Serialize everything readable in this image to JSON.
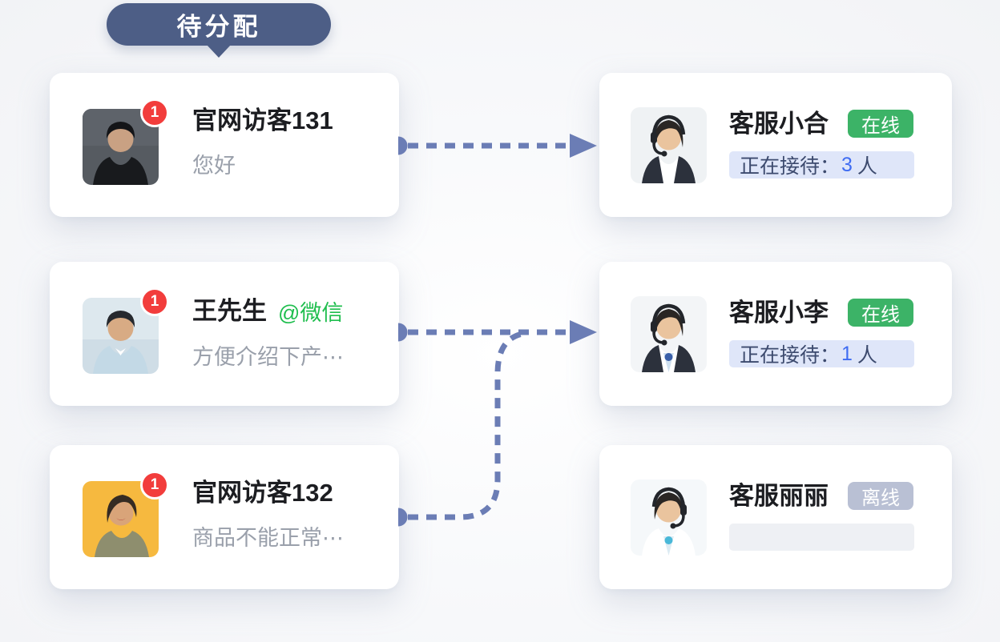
{
  "queue_badge": {
    "label": "待分配"
  },
  "visitors": [
    {
      "name": "官网访客131",
      "channel": "",
      "message": "您好",
      "unread": "1"
    },
    {
      "name": "王先生",
      "channel": "@微信",
      "message": "方便介绍下产⋯",
      "unread": "1"
    },
    {
      "name": "官网访客132",
      "channel": "",
      "message": "商品不能正常⋯",
      "unread": "1"
    }
  ],
  "agents": [
    {
      "name": "客服小合",
      "status": "在线",
      "serving_label": "正在接待：",
      "serving_count": "3",
      "serving_unit": "人"
    },
    {
      "name": "客服小李",
      "status": "在线",
      "serving_label": "正在接待：",
      "serving_count": "1",
      "serving_unit": "人"
    },
    {
      "name": "客服丽丽",
      "status": "离线",
      "serving_label": "",
      "serving_count": "",
      "serving_unit": ""
    }
  ],
  "icons": {
    "queue_pointer": "triangle-down-pointer",
    "connector_style": "dashed-arrow",
    "avatars": [
      "visitor-photo-male-dark",
      "visitor-photo-male-office",
      "visitor-photo-female-yellow",
      "agent-photo-headset",
      "agent-photo-headset",
      "agent-photo-headset"
    ]
  },
  "colors": {
    "queue_badge_bg": "#4d5e86",
    "connector": "#6b7db5",
    "unread_badge": "#f23d3c",
    "online_badge": "#3cb367",
    "offline_badge": "#b9c0d4",
    "wechat_green": "#1fbe4e",
    "serving_bar_bg": "#dfe6f9",
    "serving_bar_empty_bg": "#eef0f4",
    "serving_count_blue": "#3f6cf2",
    "visitor3_avatar_bg": "#f6b93f"
  }
}
